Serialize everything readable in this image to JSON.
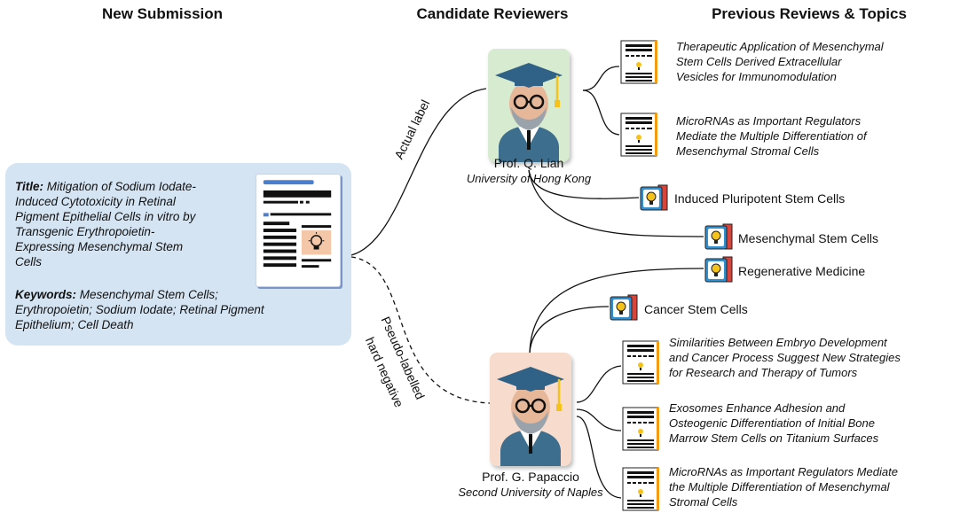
{
  "headers": {
    "submission": "New Submission",
    "reviewers": "Candidate Reviewers",
    "previous": "Previous Reviews & Topics"
  },
  "submission": {
    "title_label": "Title:",
    "title_lines": [
      "Mitigation of Sodium Iodate-",
      "Induced Cytotoxicity in Retinal",
      "Pigment Epithelial Cells in vitro by",
      "Transgenic Erythropoietin-",
      "Expressing Mesenchymal Stem",
      "Cells"
    ],
    "keywords_label": "Keywords:",
    "keywords_lines": [
      " Mesenchymal Stem Cells;",
      "Erythropoietin; Sodium Iodate; Retinal Pigment",
      "Epithelium; Cell Death"
    ]
  },
  "edges": {
    "actual": "Actual label",
    "pseudo_line1": "Pseudo-labelled",
    "pseudo_line2": "hard negative"
  },
  "reviewers": [
    {
      "name": "Prof. Q. Lian",
      "affiliation": "University of Hong Kong",
      "bg": "#d6ebcf",
      "papers": [
        [
          "Therapeutic Application of Mesenchymal",
          "Stem Cells Derived Extracellular",
          "Vesicles for Immunomodulation"
        ],
        [
          "MicroRNAs as Important Regulators",
          "Mediate the Multiple Differentiation of",
          "Mesenchymal Stromal Cells"
        ]
      ],
      "topics": [
        "Induced Pluripotent Stem Cells",
        "Mesenchymal Stem Cells"
      ]
    },
    {
      "name": "Prof. G. Papaccio",
      "affiliation": "Second University of Naples",
      "bg": "#f7dccd",
      "topics": [
        "Regenerative Medicine",
        "Cancer Stem Cells"
      ],
      "papers": [
        [
          "Similarities Between Embryo Development",
          "and Cancer Process Suggest New Strategies",
          "for Research and Therapy of Tumors"
        ],
        [
          "Exosomes Enhance Adhesion and",
          "Osteogenic Differentiation of Initial Bone",
          "Marrow Stem Cells on Titanium Surfaces"
        ],
        [
          "MicroRNAs as Important Regulators Mediate",
          "the Multiple Differentiation of Mesenchymal",
          "Stromal Cells"
        ]
      ]
    }
  ],
  "colors": {
    "submission_bg": "#d4e4f3",
    "accent_blue": "#3f74c6",
    "paper_orange": "#f39c12",
    "bulb_yellow": "#f5c21b",
    "book_red": "#d9433a",
    "book_blue": "#2f8fd1",
    "line": "#111111"
  },
  "icons": {
    "avatar": "graduate-avatar-icon",
    "paper": "paper-document-icon",
    "topic": "lightbulb-book-icon"
  }
}
